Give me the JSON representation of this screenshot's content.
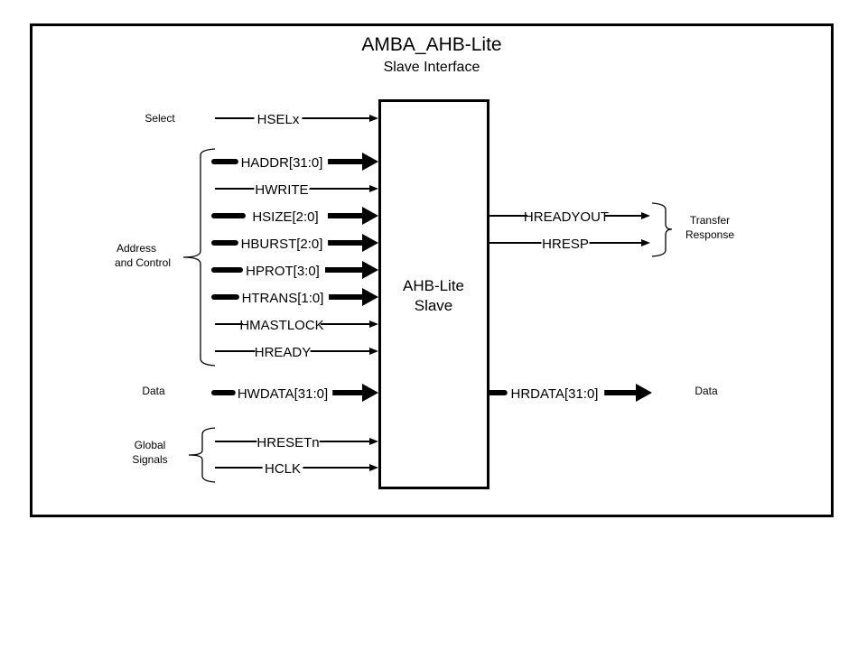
{
  "title": "AMBA_AHB-Lite",
  "subtitle": "Slave Interface",
  "block": {
    "line1": "AHB-Lite",
    "line2": "Slave"
  },
  "groups": {
    "select": "Select",
    "address_control": [
      "Address",
      "and Control"
    ],
    "data_in": "Data",
    "global": [
      "Global",
      "Signals"
    ],
    "transfer_response": [
      "Transfer",
      "Response"
    ],
    "data_out": "Data"
  },
  "inputs": [
    {
      "name": "HSELx",
      "bus": false
    },
    {
      "name": "HADDR[31:0]",
      "bus": true
    },
    {
      "name": "HWRITE",
      "bus": false
    },
    {
      "name": "HSIZE[2:0]",
      "bus": true
    },
    {
      "name": "HBURST[2:0]",
      "bus": true
    },
    {
      "name": "HPROT[3:0]",
      "bus": true
    },
    {
      "name": "HTRANS[1:0]",
      "bus": true
    },
    {
      "name": "HMASTLOCK",
      "bus": false
    },
    {
      "name": "HREADY",
      "bus": false
    },
    {
      "name": "HWDATA[31:0]",
      "bus": true
    },
    {
      "name": "HRESETn",
      "bus": false
    },
    {
      "name": "HCLK",
      "bus": false
    }
  ],
  "outputs": [
    {
      "name": "HREADYOUT",
      "bus": false
    },
    {
      "name": "HRESP",
      "bus": false
    },
    {
      "name": "HRDATA[31:0]",
      "bus": true
    }
  ]
}
